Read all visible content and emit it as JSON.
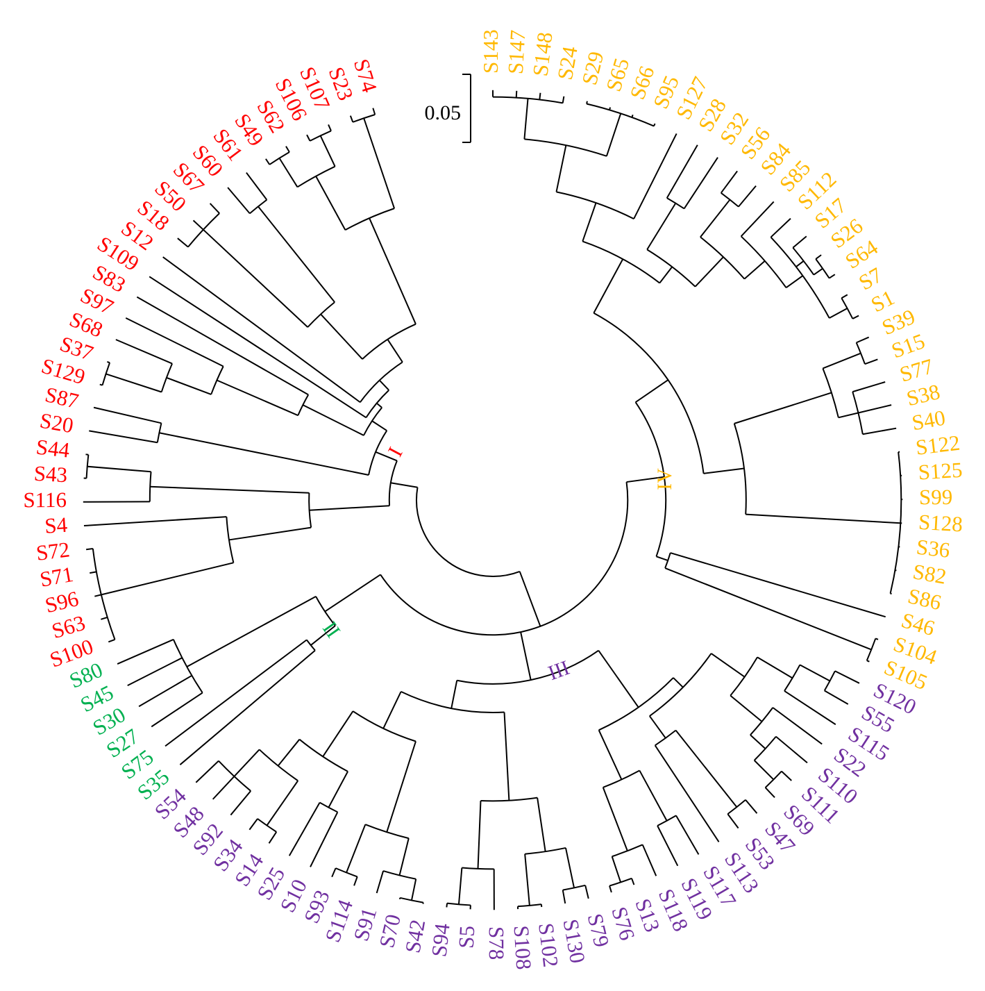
{
  "scale_bar": {
    "label": "0.05",
    "value": 0.05
  },
  "clades": {
    "I": {
      "label": "I",
      "color": "#ff0000"
    },
    "II": {
      "label": "II",
      "color": "#00b050"
    },
    "III": {
      "label": "III",
      "color": "#7030a0"
    },
    "IV": {
      "label": "IV",
      "color": "#ffb800"
    }
  },
  "tree": {
    "d": 0,
    "c": [
      {
        "d": 0.043,
        "c": [
          {
            "d": 0.071,
            "clade": "IV",
            "c": [
              {
                "d": 0.1,
                "c": [
                  {
                    "d": 0.145,
                    "c": [
                      {
                        "d": 0.175,
                        "c": [
                          {
                            "d": 0.21,
                            "c": [
                              {
                                "d": 0.24,
                                "c": [
                                  "S143",
                                  "S147",
                                  "S148",
                                  "S24"
                                ]
                              },
                              {
                                "d": 0.243,
                                "c": [
                                  "S29",
                                  "S65",
                                  "S66",
                                  "S95"
                                ]
                              }
                            ]
                          },
                          "S127"
                        ]
                      },
                      {
                        "d": 0.16,
                        "c": [
                          {
                            "d": 0.2,
                            "c": [
                              "S28",
                              "S32"
                            ]
                          },
                          {
                            "d": 0.19,
                            "c": [
                              {
                                "d": 0.225,
                                "c": [
                                  "S56",
                                  "S84"
                                ]
                              },
                              {
                                "d": 0.21,
                                "c": [
                                  "S85",
                                  {
                                    "d": 0.225,
                                    "c": [
                                      "S112",
                                      {
                                        "d": 0.232,
                                        "c": [
                                          "S17",
                                          {
                                            "d": 0.24,
                                            "c": [
                                              "S26",
                                              "S64"
                                            ]
                                          }
                                        ]
                                      },
                                      {
                                        "d": 0.24,
                                        "c": [
                                          "S7",
                                          "S1"
                                        ]
                                      }
                                    ]
                                  }
                                ]
                              }
                            ]
                          }
                        ]
                      }
                    ]
                  },
                  {
                    "d": 0.13,
                    "c": [
                      {
                        "d": 0.205,
                        "c": [
                          {
                            "d": 0.235,
                            "c": [
                              "S39",
                              "S15"
                            ]
                          },
                          {
                            "d": 0.22,
                            "c": [
                              "S77",
                              "S38",
                              "S40"
                            ]
                          }
                        ]
                      },
                      {
                        "d": 0.19,
                        "c": [
                          {
                            "d": 0.244,
                            "c": [
                              "S122",
                              "S125",
                              "S99",
                              "S128",
                              "S36",
                              "S82",
                              "S86"
                            ]
                          }
                        ]
                      }
                    ]
                  }
                ]
              },
              {
                "d": 0.08,
                "c": [
                  "S46",
                  {
                    "d": 0.243,
                    "c": [
                      "S104",
                      "S105"
                    ]
                  }
                ]
              }
            ]
          },
          {
            "d": 0.079,
            "clade": "III",
            "c": [
              {
                "d": 0.13,
                "c": [
                  {
                    "d": 0.14,
                    "c": [
                      {
                        "d": 0.17,
                        "c": [
                          {
                            "d": 0.2,
                            "c": [
                              {
                                "d": 0.225,
                                "c": [
                                  "S120",
                                  "S55"
                                ]
                              },
                              "S115"
                            ]
                          },
                          {
                            "d": 0.2,
                            "c": [
                              "S22",
                              {
                                "d": 0.215,
                                "c": [
                                  "S110",
                                  {
                                    "d": 0.235,
                                    "c": [
                                      "S111",
                                      "S69"
                                    ]
                                  }
                                ]
                              }
                            ]
                          }
                        ]
                      },
                      {
                        "d": 0.16,
                        "c": [
                          {
                            "d": 0.232,
                            "c": [
                              "S47",
                              "S53"
                            ]
                          },
                          "S113"
                        ]
                      }
                    ]
                  },
                  {
                    "d": 0.17,
                    "c": [
                      {
                        "d": 0.212,
                        "c": [
                          "S117",
                          "S119"
                        ]
                      },
                      {
                        "d": 0.22,
                        "c": [
                          "S118",
                          {
                            "d": 0.24,
                            "c": [
                              "S13",
                              "S76"
                            ]
                          }
                        ]
                      }
                    ]
                  }
                ]
              },
              {
                "d": 0.1,
                "c": [
                  {
                    "d": 0.165,
                    "c": [
                      {
                        "d": 0.205,
                        "c": [
                          {
                            "d": 0.235,
                            "c": [
                              "S79",
                              "S130"
                            ]
                          },
                          {
                            "d": 0.243,
                            "c": [
                              "S102",
                              "S108"
                            ]
                          }
                        ]
                      },
                      {
                        "d": 0.215,
                        "c": [
                          "S78",
                          {
                            "d": 0.242,
                            "c": [
                              "S5",
                              "S94"
                            ]
                          }
                        ]
                      }
                    ]
                  },
                  {
                    "d": 0.13,
                    "c": [
                      {
                        "d": 0.2,
                        "c": [
                          {
                            "d": 0.228,
                            "c": [
                              {
                                "d": 0.244,
                                "c": [
                                  "S42",
                                  "S70"
                                ]
                              },
                              "S91"
                            ]
                          },
                          {
                            "d": 0.238,
                            "c": [
                              "S114",
                              "S93"
                            ]
                          }
                        ]
                      },
                      {
                        "d": 0.17,
                        "c": [
                          {
                            "d": 0.2,
                            "c": [
                              "S10",
                              "S25"
                            ]
                          },
                          {
                            "d": 0.195,
                            "c": [
                              {
                                "d": 0.235,
                                "c": [
                                  "S14",
                                  "S34"
                                ]
                              },
                              {
                                "d": 0.222,
                                "c": [
                                  "S92",
                                  "S48",
                                  "S54"
                                ]
                              }
                            ]
                          }
                        ]
                      }
                    ]
                  }
                ]
              }
            ]
          },
          {
            "d": 0.092,
            "clade": "II",
            "c": [
              {
                "d": 0.115,
                "c": [
                  "S35",
                  "S75"
                ]
              },
              {
                "d": 0.2,
                "c": [
                  "S27",
                  "S30",
                  "S45",
                  "S80"
                ]
              }
            ]
          }
        ]
      },
      {
        "d": 0.02,
        "clade": "I",
        "c": [
          {
            "d": 0.079,
            "c": [
              {
                "d": 0.14,
                "c": [
                  {
                    "d": 0.24,
                    "c": [
                      "S100",
                      "S63",
                      "S96",
                      "S71",
                      "S72"
                    ]
                  },
                  "S4"
                ]
              },
              {
                "d": 0.196,
                "c": [
                  "S116",
                  {
                    "d": 0.243,
                    "c": [
                      "S43",
                      "S44"
                    ]
                  }
                ]
              }
            ]
          },
          {
            "d": 0.037,
            "c": [
              {
                "d": 0.194,
                "c": [
                  "S20",
                  "S87"
                ]
              },
              {
                "d": 0.05,
                "c": [
                  {
                    "d": 0.1,
                    "c": [
                      {
                        "d": 0.165,
                        "c": [
                          {
                            "d": 0.2,
                            "c": [
                              {
                                "d": 0.243,
                                "c": [
                                  "S129",
                                  "S37"
                                ]
                              },
                              "S68"
                            ]
                          },
                          "S97"
                        ]
                      },
                      "S83"
                    ]
                  },
                  {
                    "d": 0.055,
                    "c": [
                      "S109",
                      {
                        "d": 0.065,
                        "c": [
                          "S12",
                          {
                            "d": 0.085,
                            "c": [
                              {
                                "d": 0.13,
                                "c": [
                                  {
                                    "d": 0.235,
                                    "c": [
                                      "S18",
                                      "S50",
                                      "S67"
                                    ]
                                  },
                                  {
                                    "d": 0.22,
                                    "c": [
                                      "S60",
                                      "S61"
                                    ]
                                  }
                                ]
                              },
                              {
                                "d": 0.17,
                                "c": [
                                  {
                                    "d": 0.215,
                                    "c": [
                                      {
                                        "d": 0.24,
                                        "c": [
                                          "S49",
                                          "S62"
                                        ]
                                      },
                                      {
                                        "d": 0.24,
                                        "c": [
                                          "S106",
                                          "S107"
                                        ]
                                      }
                                    ]
                                  },
                                  {
                                    "d": 0.24,
                                    "c": [
                                      "S23",
                                      "S74"
                                    ]
                                  }
                                ]
                              }
                            ]
                          }
                        ]
                      }
                    ]
                  }
                ]
              }
            ]
          }
        ]
      }
    ]
  }
}
